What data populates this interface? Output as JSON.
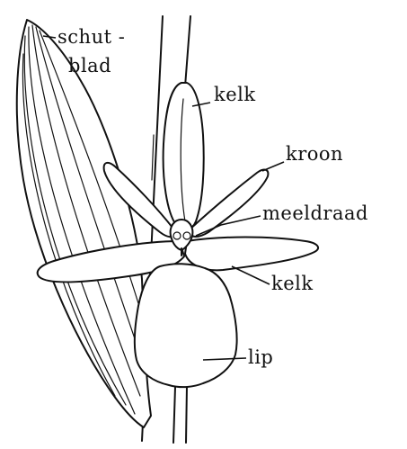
{
  "labels": {
    "bract_line1": "schut -",
    "bract_line2": "blad",
    "sepal_top": "kelk",
    "petal": "kroon",
    "stamen": "meeldraad",
    "sepal_lower": "kelk",
    "lip": "lip"
  }
}
